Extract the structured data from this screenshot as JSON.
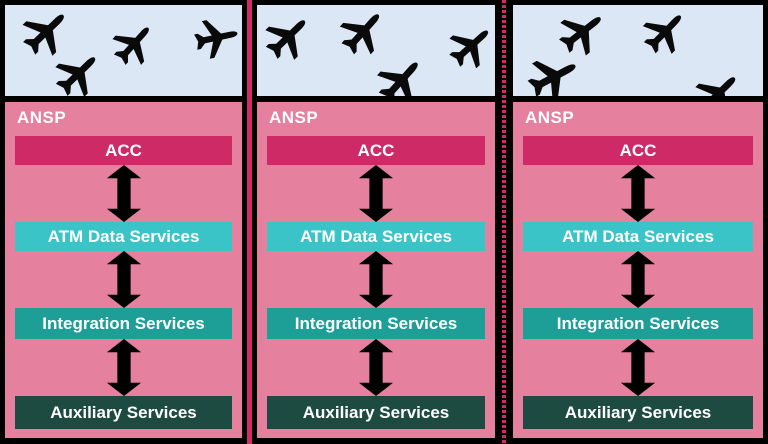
{
  "colors": {
    "background": "#000000",
    "sky": "#dce7f5",
    "panel": "#e5809f",
    "separator": "#d42a6a",
    "acc": "#ce2a66",
    "atm": "#3ac4c8",
    "integration": "#1d9e97",
    "auxiliary": "#1e4b41",
    "plane": "#0a0a0a",
    "label_text": "#ffffff"
  },
  "icons": {
    "airplane": "airplane-icon"
  },
  "separators": [
    {
      "between": "panel-1/panel-2",
      "style": "solid"
    },
    {
      "between": "panel-2/panel-3",
      "style": "dashed"
    }
  ],
  "panels": [
    {
      "ansp_label": "ANSP",
      "boxes": {
        "acc": "ACC",
        "atm": "ATM Data Services",
        "integration": "Integration Services",
        "auxiliary": "Auxiliary Services"
      }
    },
    {
      "ansp_label": "ANSP",
      "boxes": {
        "acc": "ACC",
        "atm": "ATM Data Services",
        "integration": "Integration Services",
        "auxiliary": "Auxiliary Services"
      }
    },
    {
      "ansp_label": "ANSP",
      "boxes": {
        "acc": "ACC",
        "atm": "ATM Data Services",
        "integration": "Integration Services",
        "auxiliary": "Auxiliary Services"
      }
    }
  ]
}
